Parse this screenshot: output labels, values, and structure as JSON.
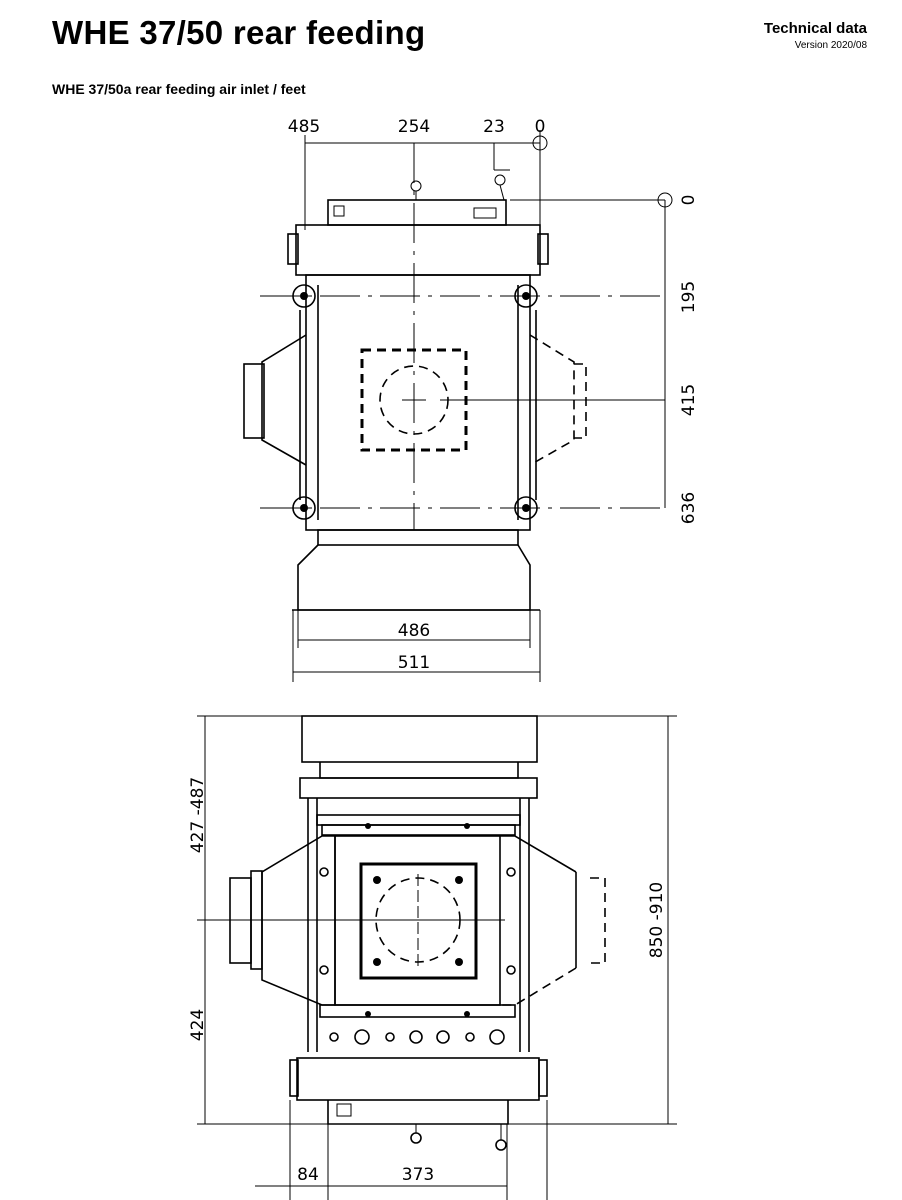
{
  "header": {
    "title": "WHE 37/50 rear feeding",
    "doc_type": "Technical data",
    "version": "Version 2020/08",
    "subtitle": "WHE 37/50a rear feeding air inlet / feet"
  },
  "top_view": {
    "dims_top": [
      "485",
      "254",
      "23",
      "0"
    ],
    "dims_right": [
      "0",
      "195",
      "415",
      "636"
    ],
    "dims_bottom": [
      "486",
      "511"
    ]
  },
  "front_view": {
    "dims_left": [
      "427 -487",
      "424"
    ],
    "dims_right": [
      "850 -910"
    ],
    "dims_bottom": [
      "84",
      "373"
    ]
  }
}
